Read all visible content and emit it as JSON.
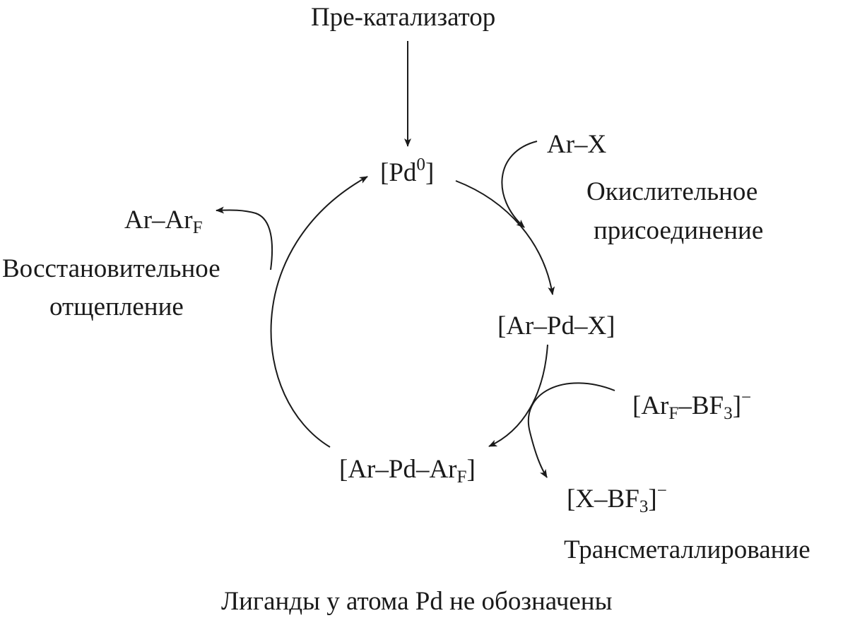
{
  "precatalyst": "Пре-катализатор",
  "pd0": {
    "main": "[Pd",
    "sup": "0",
    "tail": "]"
  },
  "arx": "Ar–X",
  "oxidative_addition": {
    "line1": "Окислительное",
    "line2": "присоединение"
  },
  "arpdx": "[Ar–Pd–X]",
  "arf_bf3": {
    "pre": "[Ar",
    "sub": "F",
    "mid": "–BF",
    "sub2": "3",
    "post": "]",
    "charge": "−"
  },
  "x_bf3": {
    "pre": "[X–BF",
    "sub": "3",
    "post": "]",
    "charge": "−"
  },
  "transmetallation": "Трансметаллирование",
  "arpdarf": {
    "pre": "[Ar–Pd–Ar",
    "sub": "F",
    "post": "]"
  },
  "arar_f": {
    "pre": "Ar–Ar",
    "sub": "F"
  },
  "reductive_elimination": {
    "line1": "Восстановительное",
    "line2": "отщепление"
  },
  "footnote": "Лиганды у атома Pd не обозначены",
  "colors": {
    "ink": "#1a1a1a",
    "background": "#ffffff"
  }
}
